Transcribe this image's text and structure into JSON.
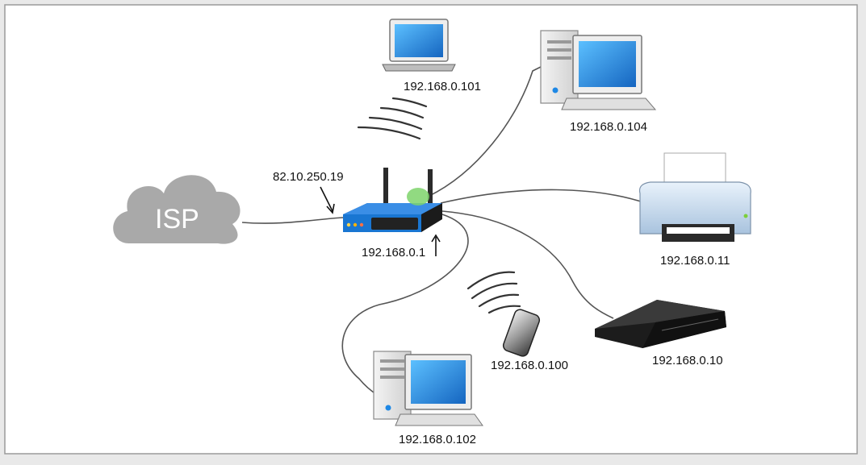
{
  "isp": {
    "label": "ISP"
  },
  "router": {
    "public_ip": "82.10.250.19",
    "local_ip": "192.168.0.1"
  },
  "devices": {
    "laptop": {
      "ip": "192.168.0.101"
    },
    "desktop_top": {
      "ip": "192.168.0.104"
    },
    "printer": {
      "ip": "192.168.0.11"
    },
    "console": {
      "ip": "192.168.0.10"
    },
    "phone": {
      "ip": "192.168.0.100"
    },
    "desktop_bottom": {
      "ip": "192.168.0.102"
    }
  },
  "colors": {
    "screen_blue": "#1e88e5",
    "router_blue": "#1976d2",
    "cloud_gray": "#a9a9a9"
  }
}
